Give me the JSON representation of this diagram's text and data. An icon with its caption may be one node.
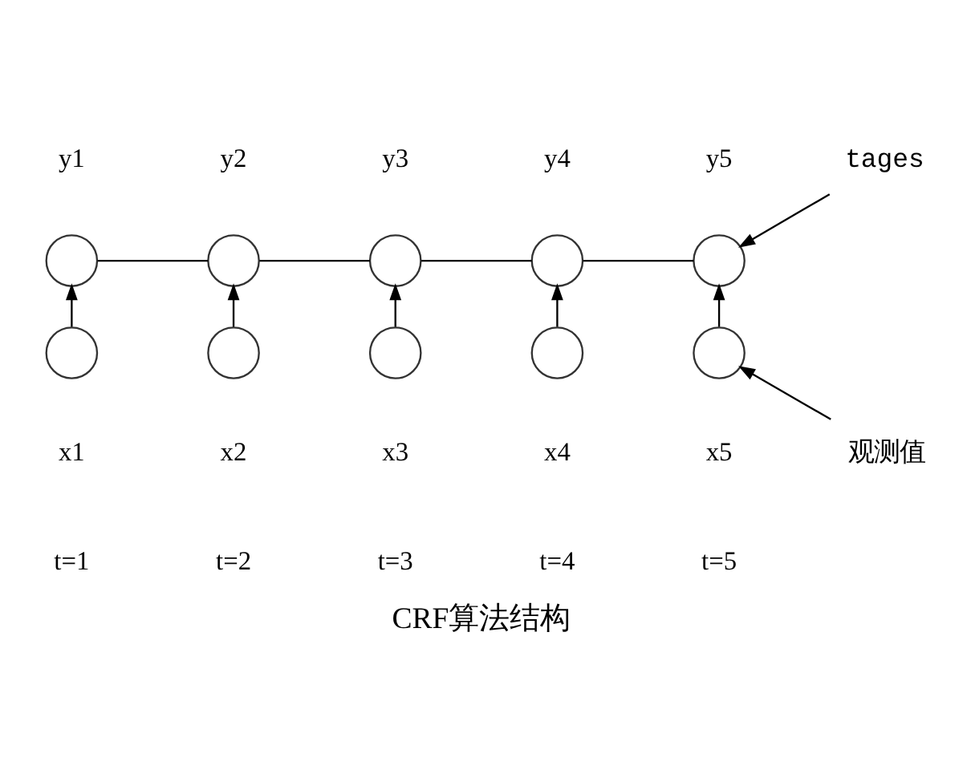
{
  "diagram": {
    "caption": "CRF算法结构",
    "nodes": [
      {
        "text": [],
        "shape": "circle",
        "beside": [
          "y1"
        ]
      },
      {
        "text": [],
        "shape": "circle",
        "beside": [
          "y2"
        ]
      },
      {
        "text": [],
        "shape": "circle",
        "beside": [
          "y3"
        ]
      },
      {
        "text": [],
        "shape": "circle",
        "beside": [
          "y4"
        ]
      },
      {
        "text": [],
        "shape": "circle",
        "beside": [
          "y5"
        ]
      },
      {
        "text": [],
        "shape": "circle",
        "beside": [
          "x1"
        ]
      },
      {
        "text": [],
        "shape": "circle",
        "beside": [
          "x2"
        ]
      },
      {
        "text": [],
        "shape": "circle",
        "beside": [
          "x3"
        ]
      },
      {
        "text": [],
        "shape": "circle",
        "beside": [
          "x4"
        ]
      },
      {
        "text": [],
        "shape": "circle",
        "beside": [
          "x5"
        ]
      },
      {
        "text": [
          "tages"
        ]
      },
      {
        "text": [
          "观测值"
        ]
      }
    ],
    "edges": [
      {
        "from": 0,
        "to": 1,
        "arrow": "none"
      },
      {
        "from": 1,
        "to": 2,
        "arrow": "none"
      },
      {
        "from": 2,
        "to": 3,
        "arrow": "none"
      },
      {
        "from": 3,
        "to": 4,
        "arrow": "none"
      },
      {
        "from": 5,
        "to": 0,
        "arrow": "to"
      },
      {
        "from": 6,
        "to": 1,
        "arrow": "to"
      },
      {
        "from": 7,
        "to": 2,
        "arrow": "to"
      },
      {
        "from": 8,
        "to": 3,
        "arrow": "to"
      },
      {
        "from": 9,
        "to": 4,
        "arrow": "to"
      },
      {
        "from": 10,
        "to": 4,
        "arrow": "to"
      },
      {
        "from": 11,
        "to": 9,
        "arrow": "to"
      }
    ],
    "labels": [
      "t=1",
      "t=2",
      "t=3",
      "t=4",
      "t=5"
    ]
  }
}
